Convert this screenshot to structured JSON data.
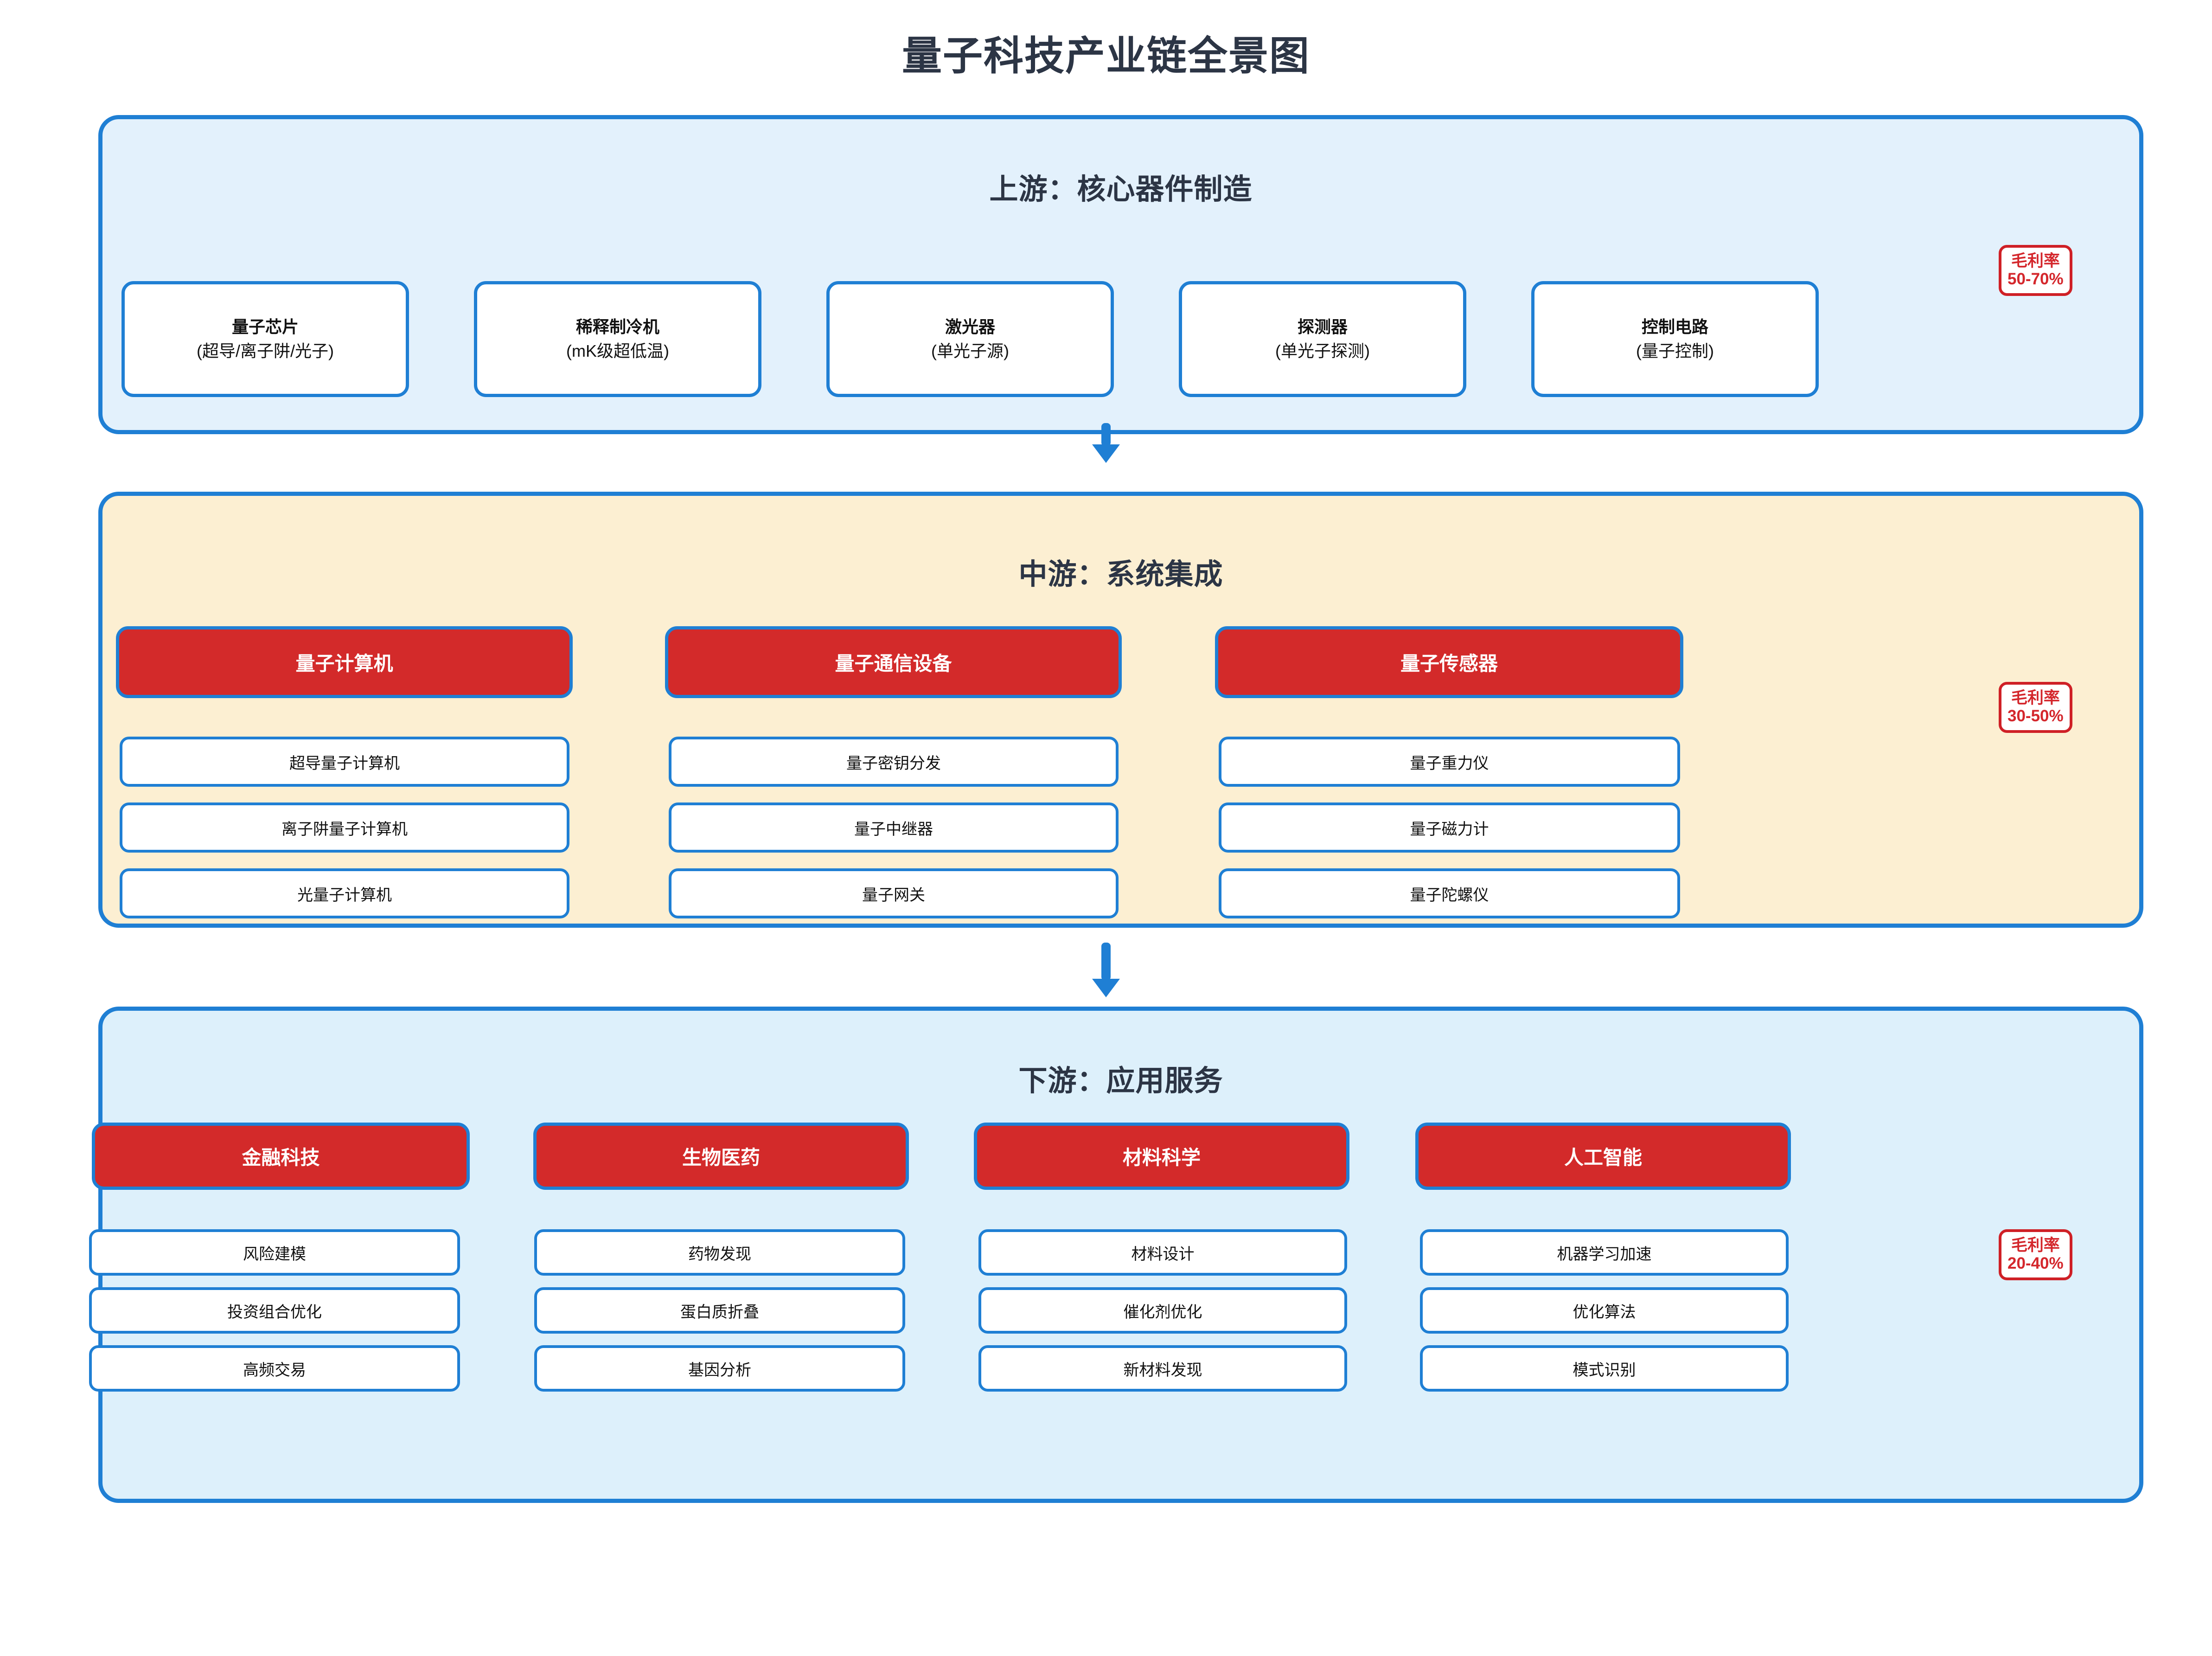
{
  "title": "量子科技产业链全景图",
  "tiers": [
    {
      "key": "upstream",
      "heading": "上游：核心器件制造",
      "margin_label": "毛利率",
      "margin_value": "50-70%",
      "components": [
        {
          "name": "量子芯片",
          "sub": "(超导/离子阱/光子)"
        },
        {
          "name": "稀释制冷机",
          "sub": "(mK级超低温)"
        },
        {
          "name": "激光器",
          "sub": "(单光子源)"
        },
        {
          "name": "探测器",
          "sub": "(单光子探测)"
        },
        {
          "name": "控制电路",
          "sub": "(量子控制)"
        }
      ]
    },
    {
      "key": "midstream",
      "heading": "中游：系统集成",
      "margin_label": "毛利率",
      "margin_value": "30-50%",
      "groups": [
        {
          "title": "量子计算机",
          "items": [
            "超导量子计算机",
            "离子阱量子计算机",
            "光量子计算机"
          ]
        },
        {
          "title": "量子通信设备",
          "items": [
            "量子密钥分发",
            "量子中继器",
            "量子网关"
          ]
        },
        {
          "title": "量子传感器",
          "items": [
            "量子重力仪",
            "量子磁力计",
            "量子陀螺仪"
          ]
        }
      ]
    },
    {
      "key": "downstream",
      "heading": "下游：应用服务",
      "margin_label": "毛利率",
      "margin_value": "20-40%",
      "groups": [
        {
          "title": "金融科技",
          "items": [
            "风险建模",
            "投资组合优化",
            "高频交易"
          ]
        },
        {
          "title": "生物医药",
          "items": [
            "药物发现",
            "蛋白质折叠",
            "基因分析"
          ]
        },
        {
          "title": "材料科学",
          "items": [
            "材料设计",
            "催化剂优化",
            "新材料发现"
          ]
        },
        {
          "title": "人工智能",
          "items": [
            "机器学习加速",
            "优化算法",
            "模式识别"
          ]
        }
      ]
    }
  ],
  "colors": {
    "upstream_bg": "#e3f1fc",
    "midstream_bg": "#fcefd2",
    "downstream_bg": "#ddf0fb",
    "border_blue": "#1f7fd4",
    "category_red": "#d32a2a",
    "badge_red": "#cf2026",
    "title_ink": "#2c3545"
  },
  "arrows": [
    {
      "name": "upstream-to-midstream"
    },
    {
      "name": "midstream-to-downstream"
    }
  ]
}
